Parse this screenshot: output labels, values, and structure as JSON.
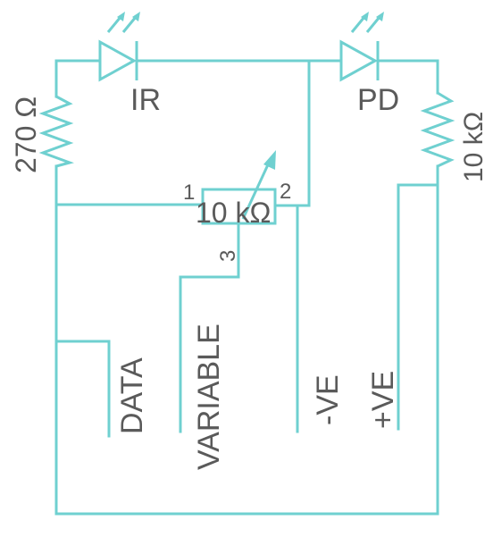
{
  "diagram": {
    "labels": {
      "ir_led": "IR",
      "photodiode": "PD",
      "resistor_left": "270 Ω",
      "resistor_right": "10 kΩ",
      "pot_value": "10 kΩ",
      "pin_1": "1",
      "pin_2": "2",
      "pin_3": "3",
      "data": "DATA",
      "variable": "VARIABLE",
      "neg_ve": "-VE",
      "pos_ve": "+VE"
    },
    "colors": {
      "wire": "#6fd0d0",
      "text": "#5a5a5a",
      "background": "#ffffff"
    }
  }
}
